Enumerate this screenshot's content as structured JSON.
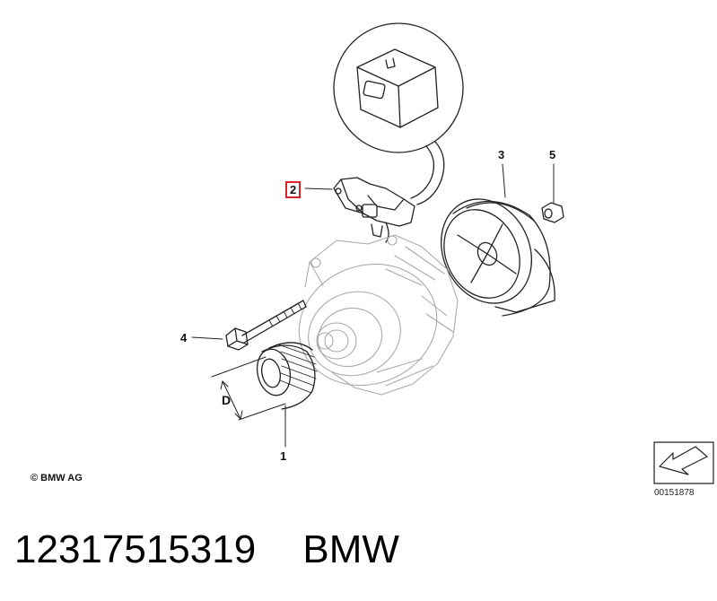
{
  "callouts": {
    "part_1": "1",
    "part_2": "2",
    "part_3": "3",
    "part_4": "4",
    "part_5": "5",
    "dimension_d": "D"
  },
  "copyright": "© BMW AG",
  "diagram_number": "00151878",
  "footer": {
    "part_number": "12317515319",
    "brand": "BMW"
  },
  "colors": {
    "highlight_box": "#d9252a",
    "line": "#222222",
    "ghost": "#bbbbbb"
  }
}
